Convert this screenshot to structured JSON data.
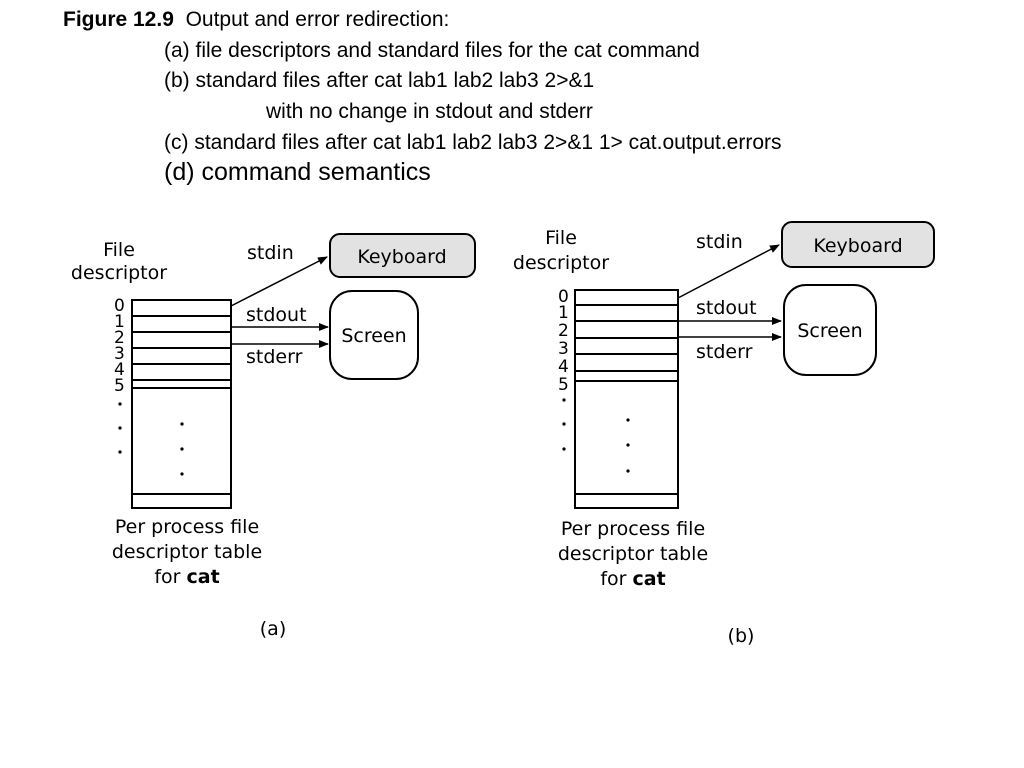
{
  "caption": {
    "figure_number": "Figure 12.9",
    "title": "Output and error redirection:",
    "lines": [
      "(a) file descriptors and standard files for the cat command",
      "(b) standard files after cat lab1 lab2 lab3 2>&1",
      "with no change in stdout and stderr",
      "(c) standard files after cat lab1 lab2 lab3 2>&1 1> cat.output.errors",
      "(d) command semantics"
    ]
  },
  "panels": [
    {
      "label": "(a)",
      "heading": [
        "File",
        "descriptor"
      ],
      "fd_numbers": [
        "0",
        "1",
        "2",
        "3",
        "4",
        "5"
      ],
      "stream_labels": [
        "stdin",
        "stdout",
        "stderr"
      ],
      "devices": {
        "keyboard": "Keyboard",
        "screen": "Screen"
      },
      "table_caption": [
        "Per process file",
        "descriptor table",
        "for",
        "cat"
      ]
    },
    {
      "label": "(b)",
      "heading": [
        "File",
        "descriptor"
      ],
      "fd_numbers": [
        "0",
        "1",
        "2",
        "3",
        "4",
        "5"
      ],
      "stream_labels": [
        "stdin",
        "stdout",
        "stderr"
      ],
      "devices": {
        "keyboard": "Keyboard",
        "screen": "Screen"
      },
      "table_caption": [
        "Per process file",
        "descriptor table",
        "for",
        "cat"
      ]
    }
  ],
  "colors": {
    "device_fill_keyboard": "#e2e2e2",
    "device_fill_screen": "#ffffff",
    "stroke": "#000000"
  }
}
